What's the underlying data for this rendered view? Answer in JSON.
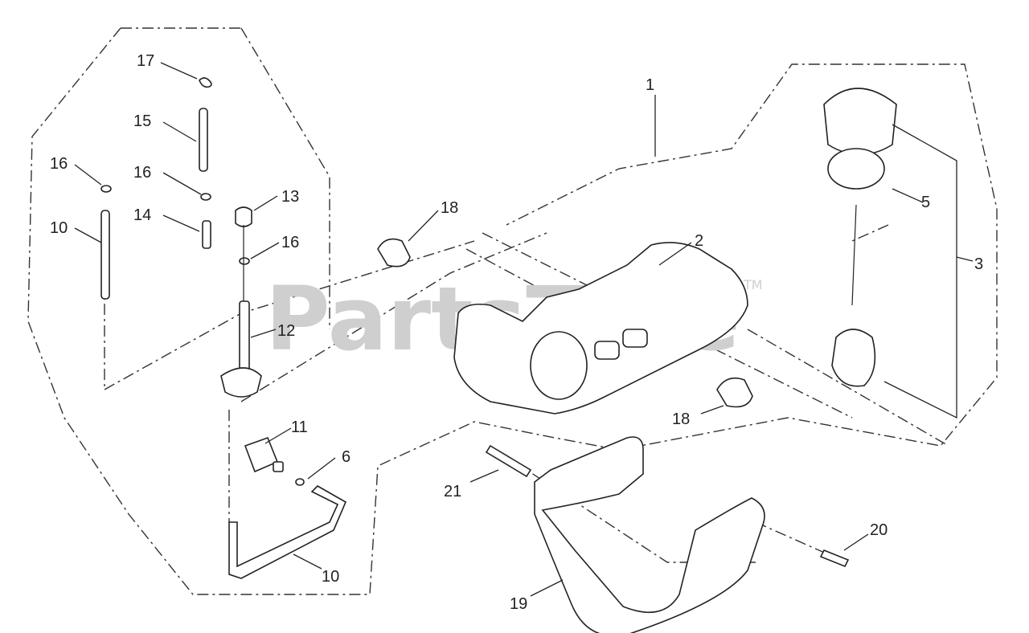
{
  "watermark": {
    "text": "PartsTree",
    "trademark": "TM"
  },
  "callouts": {
    "c1": "1",
    "c2": "2",
    "c3": "3",
    "c5": "5",
    "c6": "6",
    "c10a": "10",
    "c10b": "10",
    "c11": "11",
    "c12": "12",
    "c13": "13",
    "c14": "14",
    "c15": "15",
    "c16a": "16",
    "c16b": "16",
    "c16c": "16",
    "c17": "17",
    "c18a": "18",
    "c18b": "18",
    "c19": "19",
    "c20": "20",
    "c21": "21"
  }
}
